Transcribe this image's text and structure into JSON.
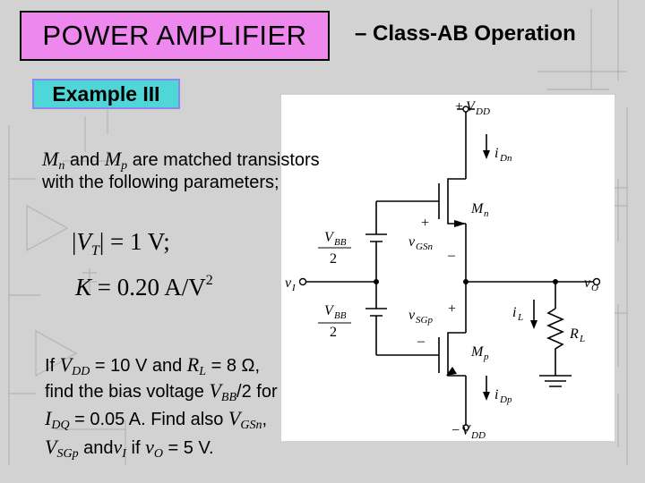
{
  "header": {
    "title": "POWER AMPLIFIER",
    "subtitle": "– Class-AB Operation",
    "example": "Example III"
  },
  "intro": {
    "mn": "M",
    "mn_sub": "n",
    "and_word": " and ",
    "mp": "M",
    "mp_sub": "p",
    "line1_tail": " are matched transistors",
    "line2": "with the following parameters;"
  },
  "params": {
    "vt_symbol": "V",
    "vt_sub": "T",
    "vt_value": "= 1 V;",
    "k_symbol": "K",
    "k_value": "= 0.20 A/V",
    "k_exp": "2"
  },
  "question": {
    "if_word": "If ",
    "vdd_sym": "V",
    "vdd_sub": "DD",
    "vdd_val": " = 10 V and ",
    "rl_sym": "R",
    "rl_sub": "L",
    "rl_val": " = 8 Ω,",
    "line2_a": "find the bias voltage ",
    "vbb_sym": "V",
    "vbb_sub": "BB",
    "line2_b": "/2 for",
    "idq_sym": "I",
    "idq_sub": "DQ",
    "line3_a": " = 0.05 A. Find also ",
    "vgsn_sym": "V",
    "vgsn_sub": "GSn",
    "line3_b": ",",
    "vsgp_sym": "V",
    "vsgp_sub": "SGp",
    "line4_a": " and",
    "vi_sym": "v",
    "vi_sub": "I",
    "line4_b": " if ",
    "vo_sym": "v",
    "vo_sub": "O",
    "line4_c": " = 5 V."
  },
  "circuit": {
    "vdd_plus": "+",
    "vdd": "V",
    "vdd_sub": "DD",
    "vdd_minus": "−",
    "vdd_neg": "V",
    "vdd_neg_sub": "DD",
    "idn": "i",
    "idn_sub": "Dn",
    "idp": "i",
    "idp_sub": "Dp",
    "mn": "M",
    "mn_sub": "n",
    "mp": "M",
    "mp_sub": "p",
    "vbb_top": "V",
    "vbb_top_sub": "BB",
    "vbb_top_den": "2",
    "vbb_bot": "V",
    "vbb_bot_sub": "BB",
    "vbb_bot_den": "2",
    "vgsn": "v",
    "vgsn_sub": "GSn",
    "vsgp": "v",
    "vsgp_sub": "SGp",
    "vi": "v",
    "vi_sub": "I",
    "vo": "v",
    "vo_sub": "O",
    "il": "i",
    "il_sub": "L",
    "rl": "R",
    "rl_sub": "L",
    "plus1": "+",
    "minus1": "–",
    "plus2": "+",
    "minus2": "–"
  }
}
